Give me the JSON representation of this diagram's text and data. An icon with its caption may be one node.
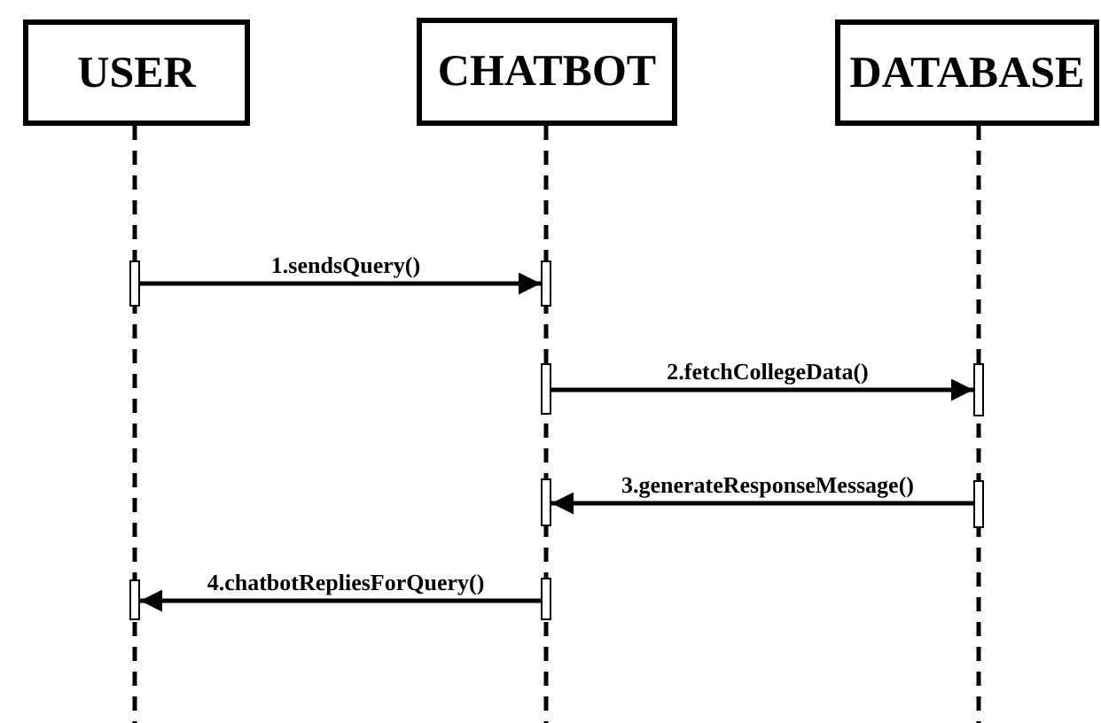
{
  "diagram": {
    "nodes": [
      {
        "text": [
          "USER"
        ]
      },
      {
        "text": [
          "CHATBOT"
        ]
      },
      {
        "text": [
          "DATABASE"
        ]
      },
      {
        "text": [],
        "shape": "bar"
      },
      {
        "text": [],
        "shape": "bar"
      },
      {
        "text": [],
        "shape": "bar"
      },
      {
        "text": [],
        "shape": "bar"
      },
      {
        "text": [],
        "shape": "bar"
      },
      {
        "text": [],
        "shape": "bar"
      },
      {
        "text": [],
        "shape": "bar"
      },
      {
        "text": [],
        "shape": "bar"
      }
    ],
    "edges": [
      {
        "from": 3,
        "to": 4,
        "arrow": "to",
        "label": "1.sendsQuery()"
      },
      {
        "from": 5,
        "to": 6,
        "arrow": "to",
        "label": "2.fetchCollegeData()"
      },
      {
        "from": 8,
        "to": 7,
        "arrow": "to",
        "label": "3.generateResponseMessage()"
      },
      {
        "from": 10,
        "to": 9,
        "arrow": "to",
        "label": "4.chatbotRepliesForQuery()"
      }
    ]
  }
}
